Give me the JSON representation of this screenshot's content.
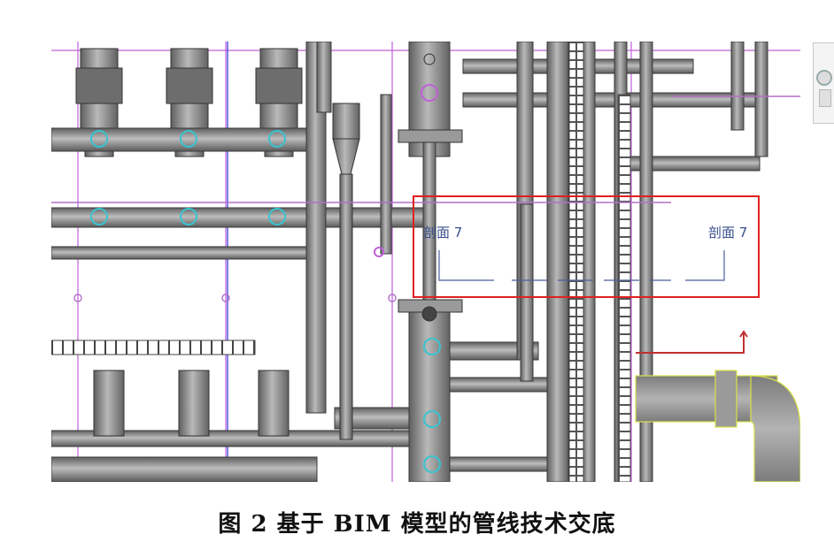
{
  "figure": {
    "caption": "图 2  基于 BIM 模型的管线技术交底"
  },
  "section_marks": {
    "left_label": "剖面 7",
    "right_label": "剖面 7"
  },
  "colors": {
    "pipe_fill": "#8e8e8e",
    "pipe_edge": "#3a3a3a",
    "highlight_box": "#e02020",
    "grid_line": "#c060d8",
    "edge_cyan": "#39c4d0",
    "duct_fill": "#a6a6a6",
    "duct_edge": "#d8e24a",
    "label_blue": "#3a4f8c"
  },
  "icons": {
    "navigation": "navigation-wheel-icon",
    "elevation_arrow": "red-arrow-icon"
  }
}
